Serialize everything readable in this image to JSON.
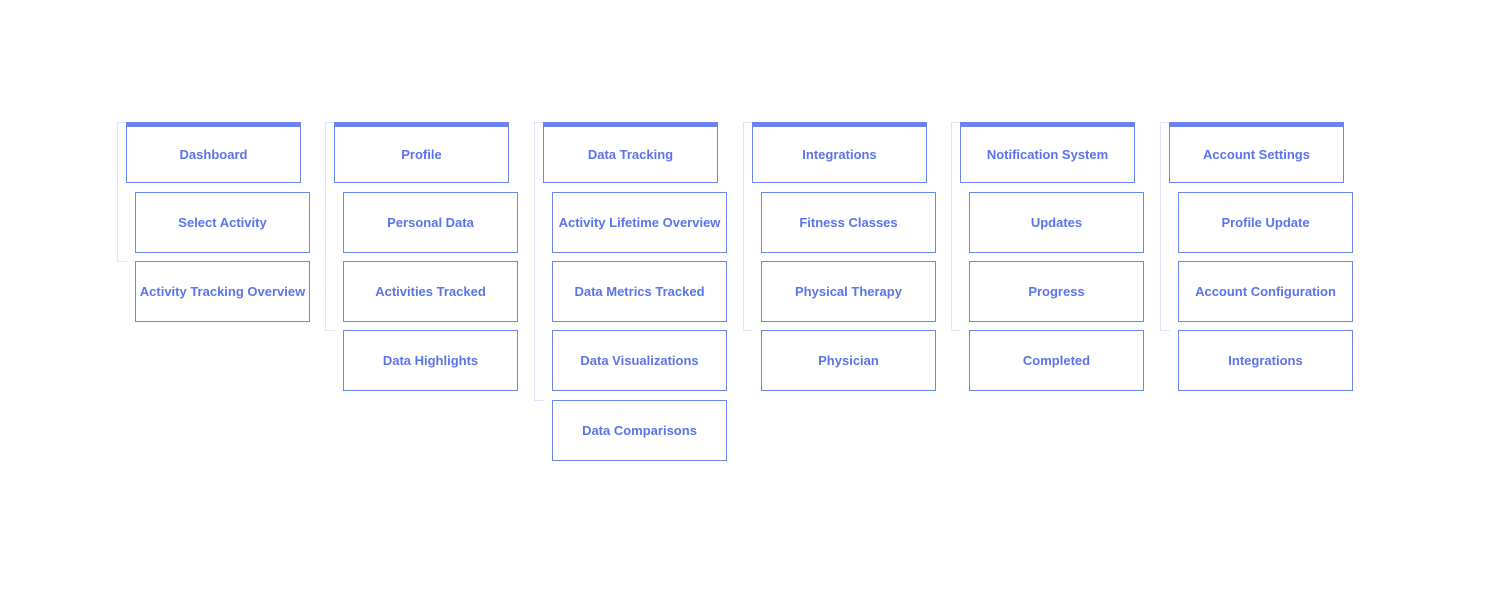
{
  "diagram": {
    "columns": [
      {
        "title": "Dashboard",
        "items": [
          "Select Activity",
          "Activity Tracking Overview"
        ]
      },
      {
        "title": "Profile",
        "items": [
          "Personal Data",
          "Activities Tracked",
          "Data Highlights"
        ]
      },
      {
        "title": "Data Tracking",
        "items": [
          "Activity Lifetime Overview",
          "Data Metrics Tracked",
          "Data Visualizations",
          "Data Comparisons"
        ]
      },
      {
        "title": "Integrations",
        "items": [
          "Fitness Classes",
          "Physical Therapy",
          "Physician"
        ]
      },
      {
        "title": "Notification System",
        "items": [
          "Updates",
          "Progress",
          "Completed"
        ]
      },
      {
        "title": "Account Settings",
        "items": [
          "Profile Update",
          "Account Configuration",
          "Integrations"
        ]
      }
    ]
  }
}
